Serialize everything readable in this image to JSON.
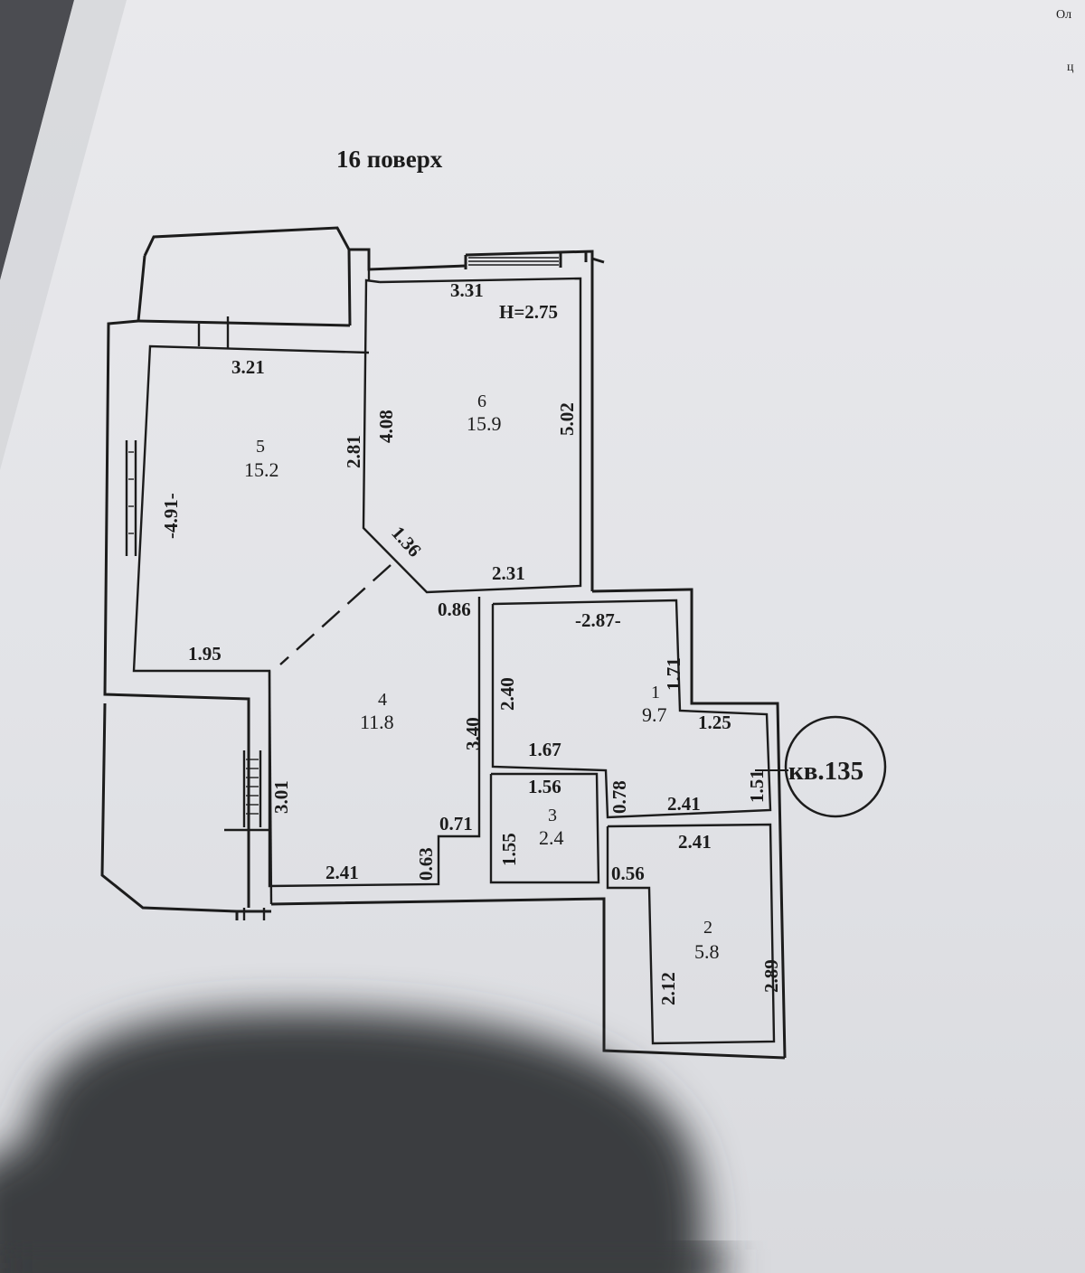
{
  "plan": {
    "floor_title": "16 поверх",
    "apartment_label": "кв.135",
    "ceiling_height": "H=2.75",
    "corner_text": [
      "Ол",
      "ц"
    ],
    "rooms": [
      {
        "number": "1",
        "area": "9.7"
      },
      {
        "number": "2",
        "area": "5.8"
      },
      {
        "number": "3",
        "area": "2.4"
      },
      {
        "number": "4",
        "area": "11.8"
      },
      {
        "number": "5",
        "area": "15.2"
      },
      {
        "number": "6",
        "area": "15.9"
      }
    ],
    "dimensions": [
      "3.31",
      "3.21",
      "4.08",
      "5.02",
      "2.81",
      "-4.91-",
      "1.36",
      "2.31",
      "0.86",
      "-2.87-",
      "1.95",
      "2.40",
      "1.71",
      "3.40",
      "1.25",
      "1.51",
      "1.67",
      "1.56",
      "0.78",
      "2.41",
      "3.01",
      "0.71",
      "1.55",
      "2.41",
      "0.63",
      "2.41",
      "0.56",
      "2.12",
      "2.89"
    ]
  },
  "colors": {
    "paper": "#e6e7ea",
    "ink": "#1c1c1c",
    "shadow": "#3b3c40"
  }
}
